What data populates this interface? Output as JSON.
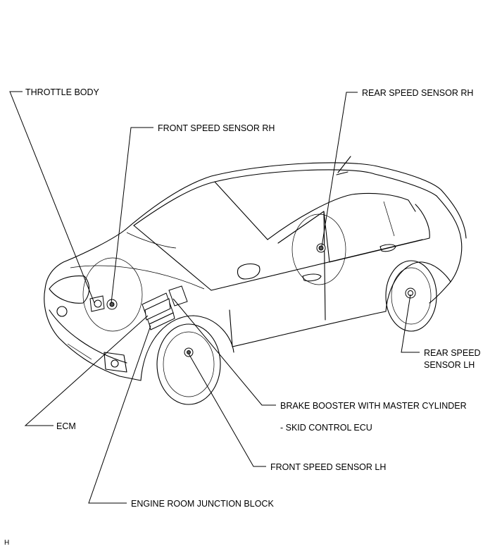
{
  "labels": {
    "throttle_body": "THROTTLE BODY",
    "front_speed_sensor_rh": "FRONT SPEED SENSOR RH",
    "rear_speed_sensor_rh": "REAR SPEED SENSOR RH",
    "rear_speed_sensor_lh_line1": "REAR SPEED",
    "rear_speed_sensor_lh_line2": "SENSOR LH",
    "brake_booster": "BRAKE BOOSTER WITH MASTER CYLINDER",
    "skid_control_ecu": "- SKID CONTROL ECU",
    "ecm": "ECM",
    "front_speed_sensor_lh": "FRONT SPEED SENSOR LH",
    "engine_room_junction_block": "ENGINE ROOM JUNCTION BLOCK",
    "corner_mark": "H"
  }
}
